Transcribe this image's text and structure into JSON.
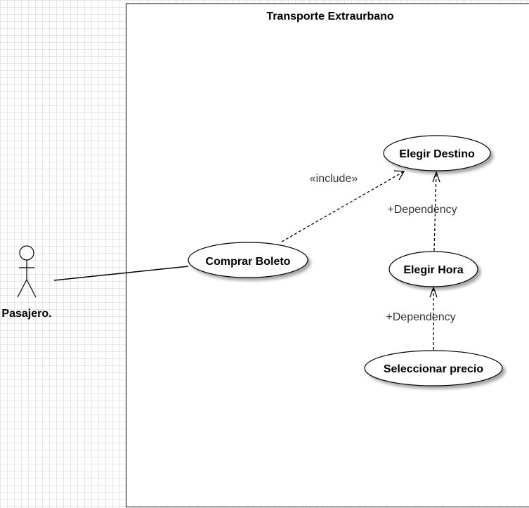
{
  "diagram": {
    "system": {
      "title": "Transporte Extraurbano"
    },
    "actor": {
      "label": "Pasajero."
    },
    "use_cases": {
      "comprar": "Comprar Boleto",
      "destino": "Elegir Destino",
      "hora": "Elegir Hora",
      "precio": "Seleccionar precio"
    },
    "relations": {
      "include_label": "«include»",
      "dependency1_label": "+Dependency",
      "dependency2_label": "+Dependency"
    }
  }
}
